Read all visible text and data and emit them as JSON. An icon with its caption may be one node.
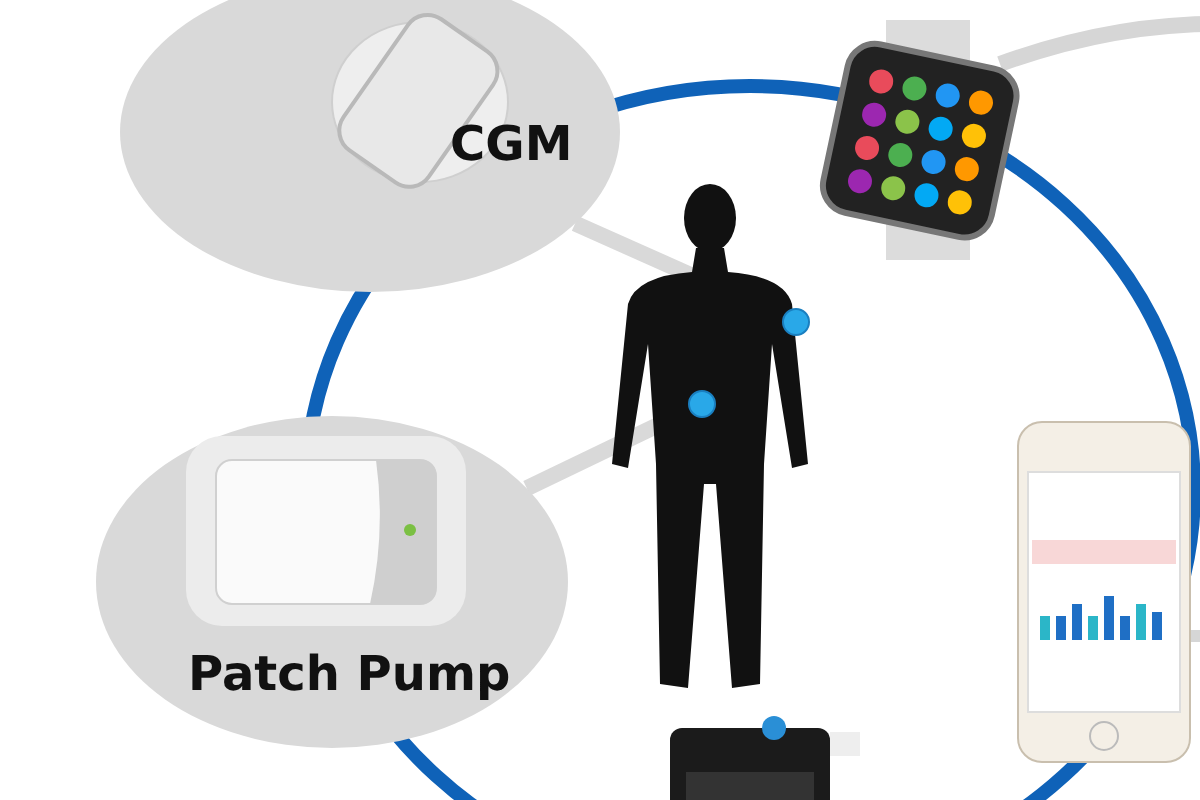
{
  "diagram": {
    "nodes": [
      {
        "text": [
          "CGM"
        ]
      },
      {
        "text": [
          "Patch Pump"
        ]
      },
      {
        "text": [],
        "shape": "person"
      },
      {
        "text": [],
        "shape": "circle",
        "in": 2
      },
      {
        "text": [],
        "shape": "circle",
        "in": 2
      }
    ],
    "edges": [
      {
        "from": 0,
        "to": 3,
        "arrow": "none"
      },
      {
        "from": 1,
        "to": 4,
        "arrow": "none"
      }
    ]
  }
}
